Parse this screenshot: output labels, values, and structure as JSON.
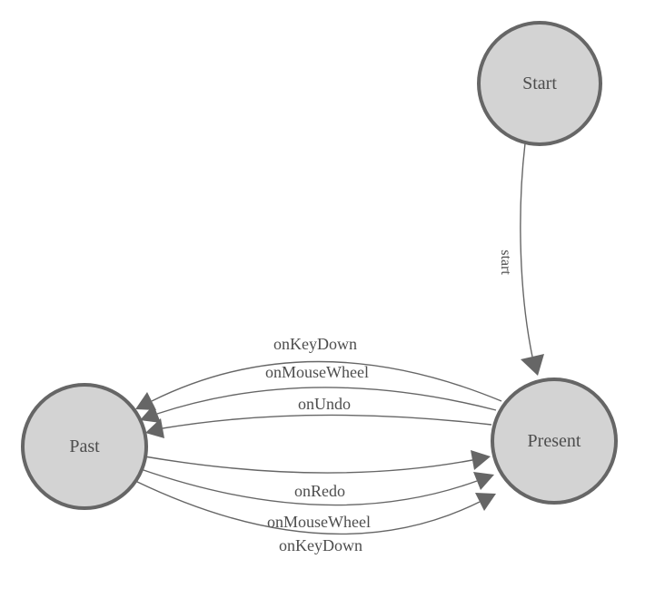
{
  "diagram": {
    "type": "state-machine",
    "colors": {
      "background": "#ffffff",
      "node_fill": "#d3d3d3",
      "node_stroke": "#666666",
      "edge_stroke": "#666666",
      "arrow_fill": "#666666",
      "text": "#4d4d4d"
    },
    "nodes": [
      {
        "id": "start",
        "label": "Start"
      },
      {
        "id": "present",
        "label": "Present"
      },
      {
        "id": "past",
        "label": "Past"
      }
    ],
    "edges": [
      {
        "from": "Start",
        "to": "Present",
        "label": "start"
      },
      {
        "from": "Present",
        "to": "Past",
        "label": "onKeyDown"
      },
      {
        "from": "Present",
        "to": "Past",
        "label": "onMouseWheel"
      },
      {
        "from": "Present",
        "to": "Past",
        "label": "onUndo"
      },
      {
        "from": "Past",
        "to": "Present",
        "label": "onRedo"
      },
      {
        "from": "Past",
        "to": "Present",
        "label": "onMouseWheel"
      },
      {
        "from": "Past",
        "to": "Present",
        "label": "onKeyDown"
      }
    ]
  }
}
